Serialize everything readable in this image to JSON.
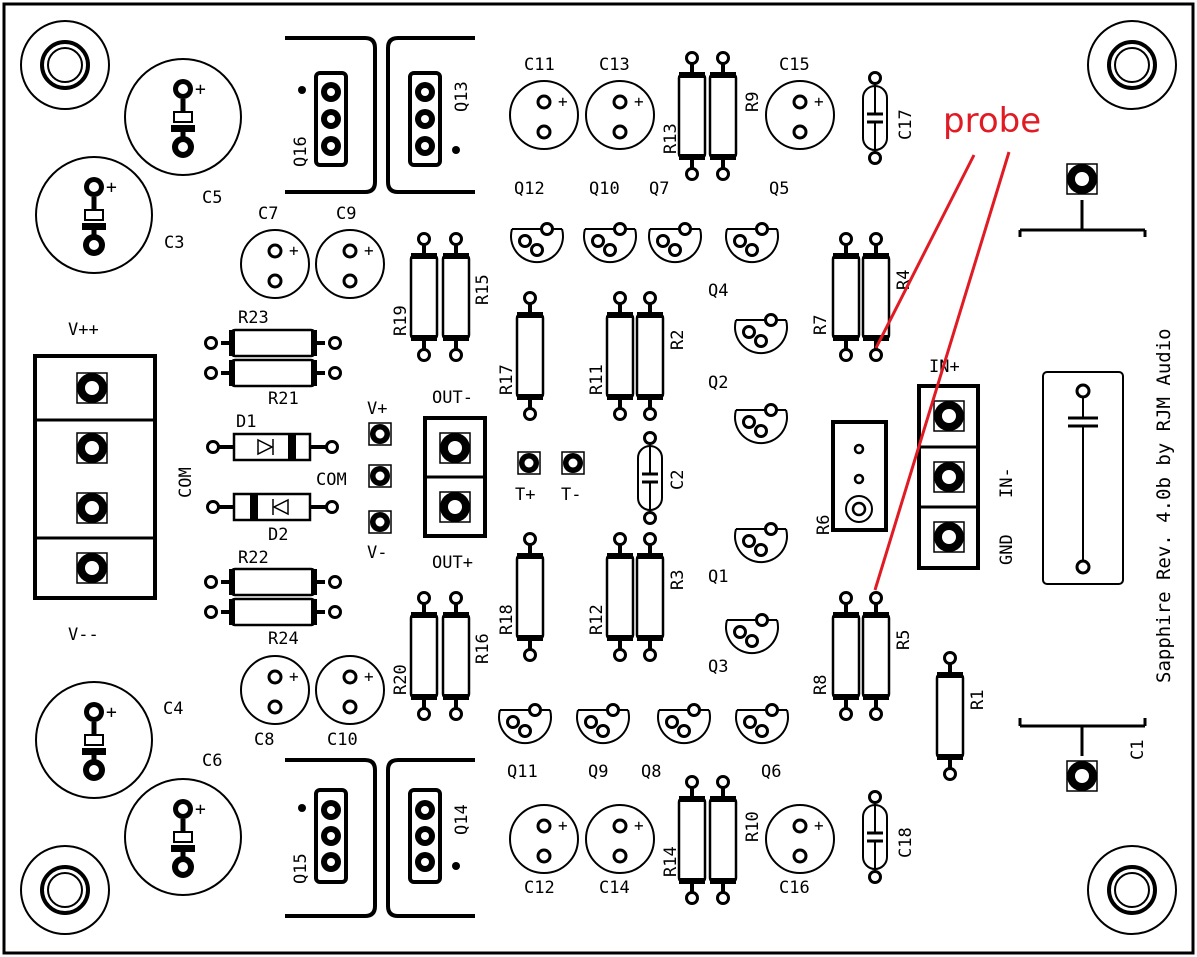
{
  "title_text": "Sapphire Rev. 4.0b by RJM Audio",
  "annotation": {
    "label": "probe",
    "color": "#e01b24"
  },
  "colors": {
    "silkscreen": "#000000",
    "background": "#ffffff",
    "pad_fill": "#ffffff",
    "annotation": "#e01b24"
  },
  "labels": {
    "C1": "C1",
    "C2": "C2",
    "C3": "C3",
    "C4": "C4",
    "C5": "C5",
    "C6": "C6",
    "C7": "C7",
    "C8": "C8",
    "C9": "C9",
    "C10": "C10",
    "C11": "C11",
    "C12": "C12",
    "C13": "C13",
    "C14": "C14",
    "C15": "C15",
    "C16": "C16",
    "C17": "C17",
    "C18": "C18",
    "Q1": "Q1",
    "Q2": "Q2",
    "Q3": "Q3",
    "Q4": "Q4",
    "Q5": "Q5",
    "Q6": "Q6",
    "Q7": "Q7",
    "Q8": "Q8",
    "Q9": "Q9",
    "Q10": "Q10",
    "Q11": "Q11",
    "Q12": "Q12",
    "Q13": "Q13",
    "Q14": "Q14",
    "Q15": "Q15",
    "Q16": "Q16",
    "R1": "R1",
    "R2": "R2",
    "R3": "R3",
    "R4": "R4",
    "R5": "R5",
    "R6": "R6",
    "R7": "R7",
    "R8": "R8",
    "R9": "R9",
    "R10": "R10",
    "R11": "R11",
    "R12": "R12",
    "R13": "R13",
    "R14": "R14",
    "R15": "R15",
    "R16": "R16",
    "R17": "R17",
    "R18": "R18",
    "R19": "R19",
    "R20": "R20",
    "R21": "R21",
    "R22": "R22",
    "R23": "R23",
    "R24": "R24",
    "D1": "D1",
    "D2": "D2",
    "Vpp": "V++",
    "Vmm": "V--",
    "COM_left": "COM",
    "COM_mid": "COM",
    "Vp": "V+",
    "Vm": "V-",
    "OUTm": "OUT-",
    "OUTp": "OUT+",
    "Tp": "T+",
    "Tm": "T-",
    "INp": "IN+",
    "INm": "IN-",
    "GND": "GND"
  }
}
